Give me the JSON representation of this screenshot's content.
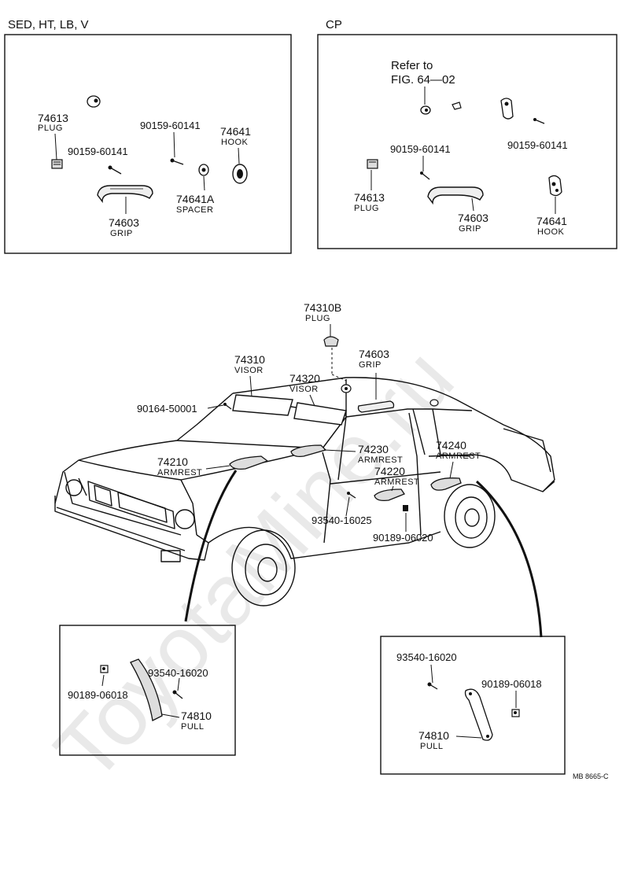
{
  "watermark": "ToyotaMine.ru",
  "variant_headers": {
    "left": "SED, HT, LB, V",
    "right": "CP"
  },
  "reference_note": {
    "line1": "Refer to",
    "line2": "FIG. 64—02"
  },
  "callouts": {
    "sed_plug_num": "74613",
    "sed_plug_name": "PLUG",
    "sed_screw_a": "90159-60141",
    "sed_screw_b": "90159-60141",
    "sed_hook_num": "74641",
    "sed_hook_name": "HOOK",
    "sed_spacer_num": "74641A",
    "sed_spacer_name": "SPACER",
    "sed_grip_num": "74603",
    "sed_grip_name": "GRIP",
    "cp_screw_a": "90159-60141",
    "cp_screw_b": "90159-60141",
    "cp_plug_num": "74613",
    "cp_plug_name": "PLUG",
    "cp_grip_num": "74603",
    "cp_grip_name": "GRIP",
    "cp_hook_num": "74641",
    "cp_hook_name": "HOOK",
    "plug_top_num": "74310B",
    "plug_top_name": "PLUG",
    "visor_l_num": "74310",
    "visor_l_name": "VISOR",
    "visor_r_num": "74320",
    "visor_r_name": "VISOR",
    "grip_main_num": "74603",
    "grip_main_name": "GRIP",
    "screw_visor": "90164-50001",
    "armrest_a_num": "74210",
    "armrest_a_name": "ARMREST",
    "armrest_b_num": "74230",
    "armrest_b_name": "ARMREST",
    "armrest_c_num": "74240",
    "armrest_c_name": "ARMREST",
    "armrest_d_num": "74220",
    "armrest_d_name": "ARMREST",
    "screw_93540_main": "93540-16025",
    "screw_90189_main": "90189-06020",
    "inset_l_screw_a": "93540-16020",
    "inset_l_screw_b": "90189-06018",
    "inset_l_pull_num": "74810",
    "inset_l_pull_name": "PULL",
    "inset_r_screw_a": "93540-16020",
    "inset_r_screw_b": "90189-06018",
    "inset_r_pull_num": "74810",
    "inset_r_pull_name": "PULL",
    "figure_code": "MB 8665-C"
  }
}
